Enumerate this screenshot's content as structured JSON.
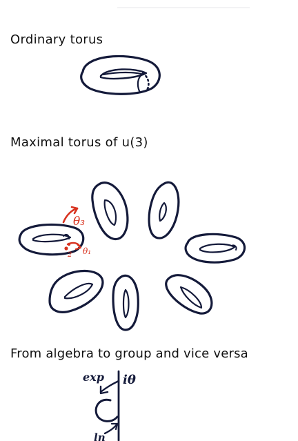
{
  "headings": {
    "ordinary": "Ordinary torus",
    "maximal": "Maximal torus of u(3)",
    "algebra_group": "From algebra to group and vice versa"
  },
  "labels": {
    "theta3": "θ₃",
    "theta1": "θ₁",
    "two": "2",
    "exp": "exp",
    "i_theta": "iθ",
    "ln": "ln"
  },
  "colors": {
    "ink": "#141a3a",
    "annotation": "#d8321f"
  }
}
